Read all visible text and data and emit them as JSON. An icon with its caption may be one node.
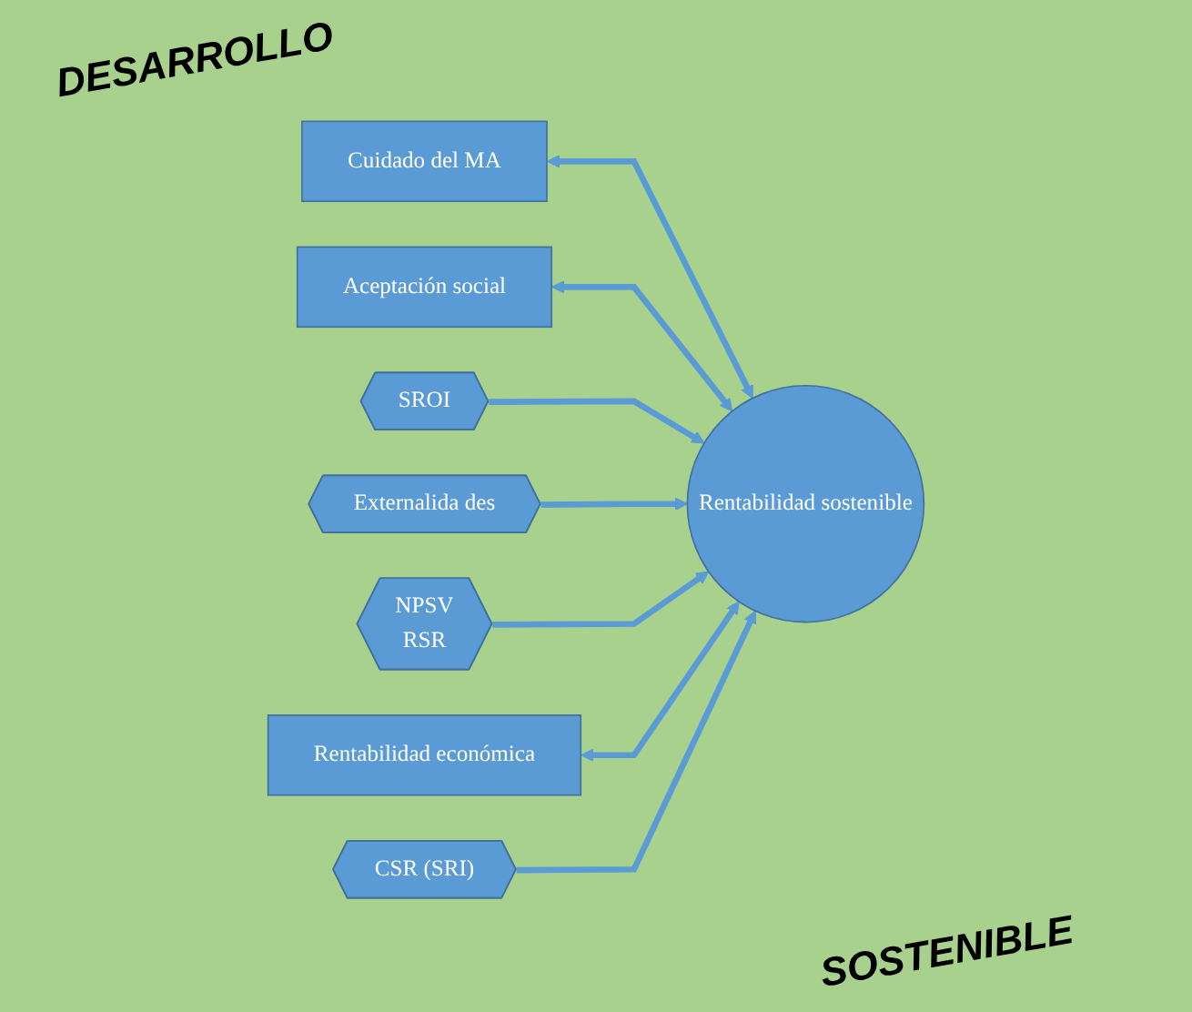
{
  "diagram": {
    "nodes": [
      {
        "text": [
          "Cuidado del MA"
        ]
      },
      {
        "text": [
          "Aceptación social"
        ]
      },
      {
        "text": [
          "Rentabilidad sostenible"
        ]
      },
      {
        "text": [
          "SROI"
        ]
      },
      {
        "text": [
          "Externalida des"
        ]
      },
      {
        "text": [
          "NPSV",
          "RSR"
        ]
      },
      {
        "text": [
          "Rentabilidad económica"
        ]
      },
      {
        "text": [
          "CSR (SRI)"
        ]
      }
    ],
    "edges": [
      {
        "from": 0,
        "to": 2,
        "arrow": "both"
      },
      {
        "from": 1,
        "to": 2,
        "arrow": "both"
      },
      {
        "from": 3,
        "to": 2,
        "arrow": "to"
      },
      {
        "from": 4,
        "to": 2,
        "arrow": "to"
      },
      {
        "from": 5,
        "to": 2,
        "arrow": "to"
      },
      {
        "from": 6,
        "to": 2,
        "arrow": "both"
      },
      {
        "from": 7,
        "to": 2,
        "arrow": "to"
      }
    ],
    "labels": [
      "DESARROLLO",
      "SOSTENIBLE"
    ]
  }
}
